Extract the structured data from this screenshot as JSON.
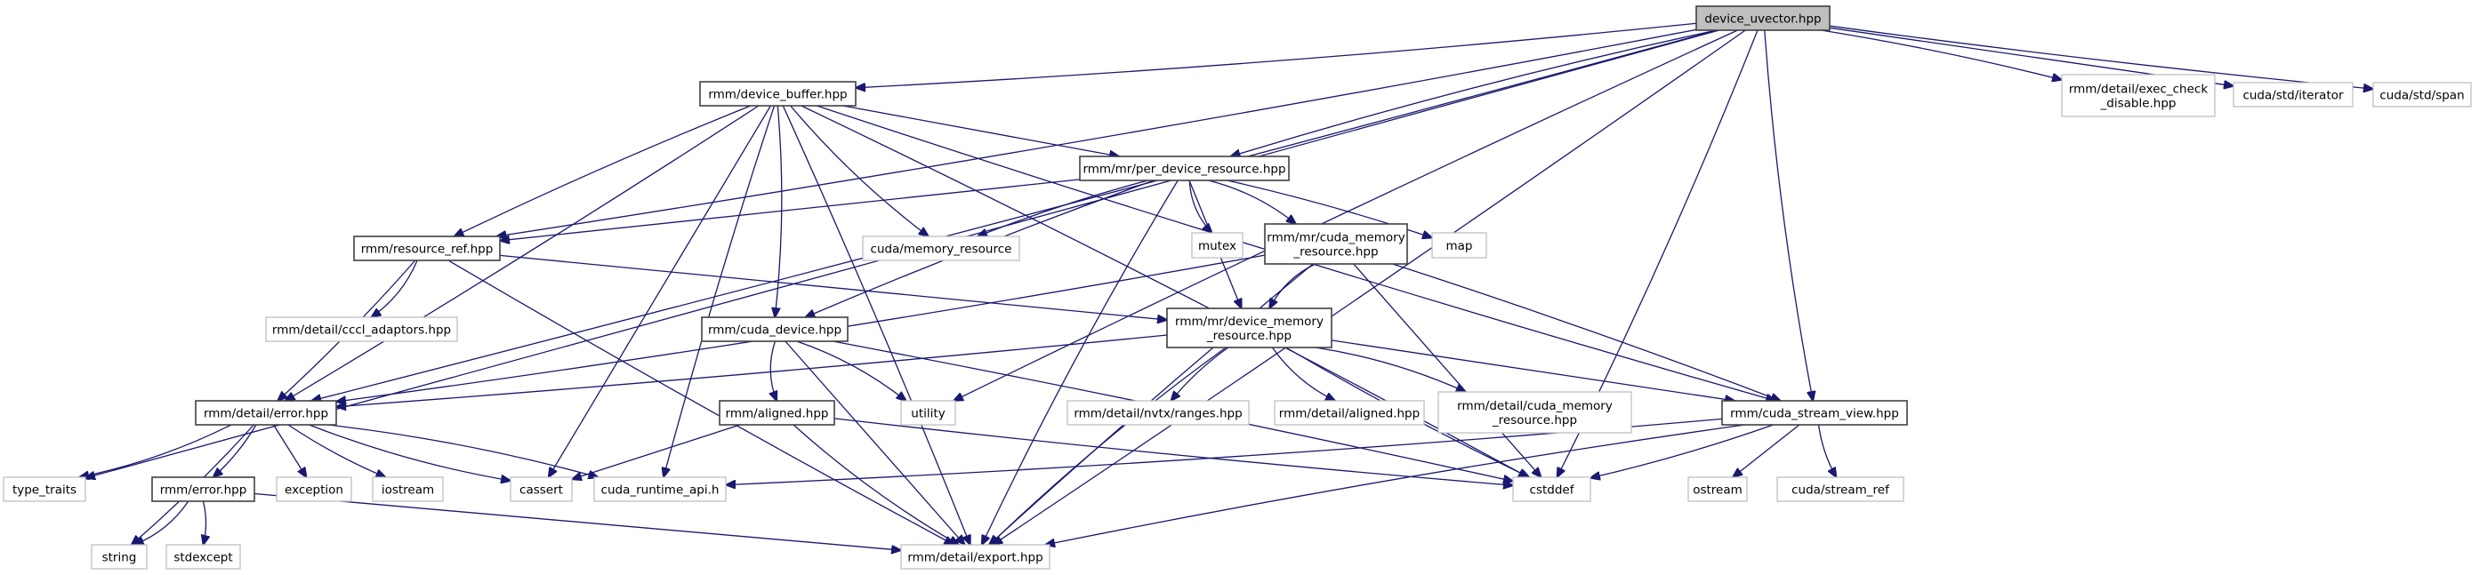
{
  "title": "device_uvector.hpp include dependency graph",
  "colors": {
    "edge": "#191970",
    "root_fill": "#bfbfbf",
    "internal_border": "#404040",
    "external_border": "#bfbfbf"
  },
  "nodes": [
    {
      "id": "uvector",
      "label": [
        "device_uvector.hpp"
      ],
      "kind": "root"
    },
    {
      "id": "device_buffer",
      "label": [
        "rmm/device_buffer.hpp"
      ],
      "kind": "internal"
    },
    {
      "id": "exec_check",
      "label": [
        "rmm/detail/exec_check",
        "_disable.hpp"
      ],
      "kind": "external"
    },
    {
      "id": "std_iterator",
      "label": [
        "cuda/std/iterator"
      ],
      "kind": "external"
    },
    {
      "id": "std_span",
      "label": [
        "cuda/std/span"
      ],
      "kind": "external"
    },
    {
      "id": "per_device",
      "label": [
        "rmm/mr/per_device_resource.hpp"
      ],
      "kind": "internal"
    },
    {
      "id": "resource_ref",
      "label": [
        "rmm/resource_ref.hpp"
      ],
      "kind": "internal"
    },
    {
      "id": "memory_resource",
      "label": [
        "cuda/memory_resource"
      ],
      "kind": "external"
    },
    {
      "id": "mutex",
      "label": [
        "mutex"
      ],
      "kind": "external"
    },
    {
      "id": "mr_cuda_mr",
      "label": [
        "rmm/mr/cuda_memory",
        "_resource.hpp"
      ],
      "kind": "internal"
    },
    {
      "id": "map",
      "label": [
        "map"
      ],
      "kind": "external"
    },
    {
      "id": "cccl",
      "label": [
        "rmm/detail/cccl_adaptors.hpp"
      ],
      "kind": "external"
    },
    {
      "id": "cuda_device",
      "label": [
        "rmm/cuda_device.hpp"
      ],
      "kind": "internal"
    },
    {
      "id": "device_mr",
      "label": [
        "rmm/mr/device_memory",
        "_resource.hpp"
      ],
      "kind": "internal"
    },
    {
      "id": "detail_error",
      "label": [
        "rmm/detail/error.hpp"
      ],
      "kind": "internal"
    },
    {
      "id": "aligned",
      "label": [
        "rmm/aligned.hpp"
      ],
      "kind": "internal"
    },
    {
      "id": "utility",
      "label": [
        "utility"
      ],
      "kind": "external"
    },
    {
      "id": "nvtx",
      "label": [
        "rmm/detail/nvtx/ranges.hpp"
      ],
      "kind": "external"
    },
    {
      "id": "detail_aligned",
      "label": [
        "rmm/detail/aligned.hpp"
      ],
      "kind": "external"
    },
    {
      "id": "detail_cuda_mr",
      "label": [
        "rmm/detail/cuda_memory",
        "_resource.hpp"
      ],
      "kind": "external"
    },
    {
      "id": "stream_view",
      "label": [
        "rmm/cuda_stream_view.hpp"
      ],
      "kind": "internal"
    },
    {
      "id": "type_traits",
      "label": [
        "type_traits"
      ],
      "kind": "external"
    },
    {
      "id": "error",
      "label": [
        "rmm/error.hpp"
      ],
      "kind": "internal"
    },
    {
      "id": "exception",
      "label": [
        "exception"
      ],
      "kind": "external"
    },
    {
      "id": "iostream",
      "label": [
        "iostream"
      ],
      "kind": "external"
    },
    {
      "id": "cassert",
      "label": [
        "cassert"
      ],
      "kind": "external"
    },
    {
      "id": "runtime_api",
      "label": [
        "cuda_runtime_api.h"
      ],
      "kind": "external"
    },
    {
      "id": "cstddef",
      "label": [
        "cstddef"
      ],
      "kind": "external"
    },
    {
      "id": "ostream",
      "label": [
        "ostream"
      ],
      "kind": "external"
    },
    {
      "id": "stream_ref",
      "label": [
        "cuda/stream_ref"
      ],
      "kind": "external"
    },
    {
      "id": "string",
      "label": [
        "string"
      ],
      "kind": "external"
    },
    {
      "id": "stdexcept",
      "label": [
        "stdexcept"
      ],
      "kind": "external"
    },
    {
      "id": "export",
      "label": [
        "rmm/detail/export.hpp"
      ],
      "kind": "external"
    }
  ],
  "edges": [
    [
      "uvector",
      "device_buffer"
    ],
    [
      "uvector",
      "exec_check"
    ],
    [
      "uvector",
      "std_iterator"
    ],
    [
      "uvector",
      "std_span"
    ],
    [
      "uvector",
      "per_device"
    ],
    [
      "uvector",
      "resource_ref"
    ],
    [
      "uvector",
      "detail_error"
    ],
    [
      "uvector",
      "type_traits"
    ],
    [
      "uvector",
      "utility"
    ],
    [
      "uvector",
      "stream_view"
    ],
    [
      "uvector",
      "cstddef"
    ],
    [
      "uvector",
      "export"
    ],
    [
      "device_buffer",
      "per_device"
    ],
    [
      "device_buffer",
      "resource_ref"
    ],
    [
      "device_buffer",
      "memory_resource"
    ],
    [
      "device_buffer",
      "cuda_device"
    ],
    [
      "device_buffer",
      "detail_error"
    ],
    [
      "device_buffer",
      "cassert"
    ],
    [
      "device_buffer",
      "runtime_api"
    ],
    [
      "device_buffer",
      "stream_view"
    ],
    [
      "device_buffer",
      "cstddef"
    ],
    [
      "device_buffer",
      "export"
    ],
    [
      "per_device",
      "resource_ref"
    ],
    [
      "per_device",
      "memory_resource"
    ],
    [
      "per_device",
      "mutex"
    ],
    [
      "per_device",
      "mr_cuda_mr"
    ],
    [
      "per_device",
      "map"
    ],
    [
      "per_device",
      "device_mr"
    ],
    [
      "per_device",
      "cuda_device"
    ],
    [
      "per_device",
      "export"
    ],
    [
      "resource_ref",
      "cccl"
    ],
    [
      "resource_ref",
      "detail_error"
    ],
    [
      "resource_ref",
      "device_mr"
    ],
    [
      "resource_ref",
      "export"
    ],
    [
      "mr_cuda_mr",
      "device_mr"
    ],
    [
      "mr_cuda_mr",
      "detail_error"
    ],
    [
      "mr_cuda_mr",
      "stream_view"
    ],
    [
      "mr_cuda_mr",
      "cstddef"
    ],
    [
      "mr_cuda_mr",
      "export"
    ],
    [
      "cuda_device",
      "aligned"
    ],
    [
      "cuda_device",
      "utility"
    ],
    [
      "cuda_device",
      "cstddef"
    ],
    [
      "cuda_device",
      "export"
    ],
    [
      "device_mr",
      "nvtx"
    ],
    [
      "device_mr",
      "detail_aligned"
    ],
    [
      "device_mr",
      "detail_cuda_mr"
    ],
    [
      "device_mr",
      "detail_error"
    ],
    [
      "device_mr",
      "stream_view"
    ],
    [
      "device_mr",
      "cstddef"
    ],
    [
      "device_mr",
      "export"
    ],
    [
      "detail_error",
      "type_traits"
    ],
    [
      "detail_error",
      "error"
    ],
    [
      "detail_error",
      "exception"
    ],
    [
      "detail_error",
      "iostream"
    ],
    [
      "detail_error",
      "cassert"
    ],
    [
      "detail_error",
      "runtime_api"
    ],
    [
      "detail_error",
      "string"
    ],
    [
      "aligned",
      "cassert"
    ],
    [
      "aligned",
      "cstddef"
    ],
    [
      "aligned",
      "export"
    ],
    [
      "stream_view",
      "runtime_api"
    ],
    [
      "stream_view",
      "cstddef"
    ],
    [
      "stream_view",
      "ostream"
    ],
    [
      "stream_view",
      "stream_ref"
    ],
    [
      "stream_view",
      "export"
    ],
    [
      "error",
      "string"
    ],
    [
      "error",
      "stdexcept"
    ],
    [
      "error",
      "export"
    ]
  ]
}
